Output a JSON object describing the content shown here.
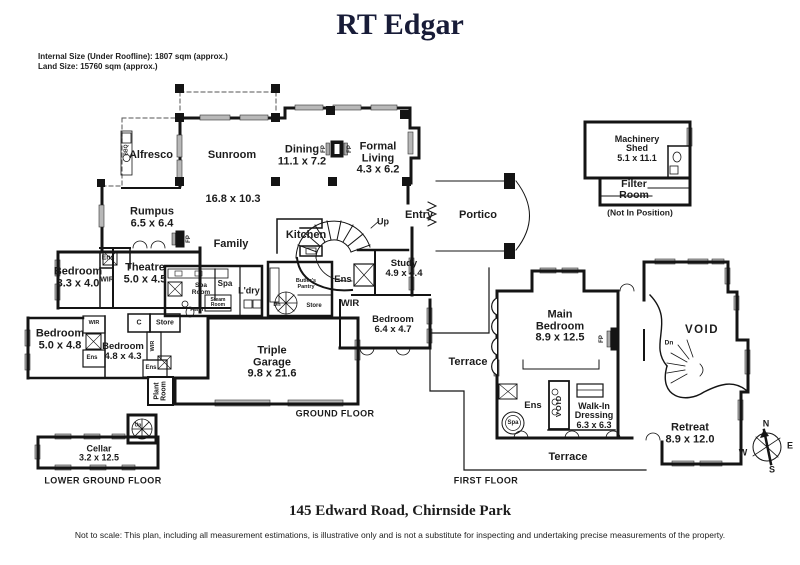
{
  "brand": {
    "title": "RT Edgar"
  },
  "info": {
    "line1": "Internal Size (Under Roofline): 1807 sqm (approx.)",
    "line2": "Land Size: 15760 sqm (approx.)"
  },
  "footer": {
    "address": "145 Edward Road, Chirnside Park",
    "disclaimer": "Not to scale: This plan, including all measurement estimations, is illustrative only and is not a substitute for inspecting and undertaking precise measurements of the property."
  },
  "floor_labels": {
    "ground": "GROUND FLOOR",
    "lower_ground": "LOWER GROUND FLOOR",
    "first": "FIRST FLOOR"
  },
  "shed": {
    "name": "Machinery Shed",
    "dims": "5.1 x 11.1",
    "filter_room": "Filter Room",
    "note": "(Not In Position)"
  },
  "compass": {
    "n": "N",
    "e": "E",
    "s": "S",
    "w": "W"
  },
  "rooms": {
    "alfresco": {
      "name": "Alfresco"
    },
    "sunroom": {
      "name": "Sunroom"
    },
    "open_plan": {
      "dims": "16.8 x 10.3"
    },
    "dining": {
      "name": "Dining",
      "dims": "11.1 x 7.2"
    },
    "formal_living": {
      "name": "Formal Living",
      "dims": "4.3 x 6.2"
    },
    "rumpus": {
      "name": "Rumpus",
      "dims": "6.5 x 6.4"
    },
    "family": {
      "name": "Family"
    },
    "kitchen": {
      "name": "Kitchen"
    },
    "entry": {
      "name": "Entry"
    },
    "portico": {
      "name": "Portico"
    },
    "study": {
      "name": "Study",
      "dims": "4.9 x 4.4"
    },
    "bedroom2": {
      "name": "Bedroom",
      "dims": "3.3 x 4.0"
    },
    "theatre": {
      "name": "Theatre",
      "dims": "5.0 x 4.5"
    },
    "bedroom3": {
      "name": "Bedroom",
      "dims": "5.0 x 4.8"
    },
    "bedroom4": {
      "name": "Bedroom",
      "dims": "4.8 x 4.3"
    },
    "bedroom5": {
      "name": "Bedroom",
      "dims": "6.4 x 4.7"
    },
    "garage": {
      "name": "Triple Garage",
      "dims": "9.8 x 21.6"
    },
    "cellar": {
      "name": "Cellar",
      "dims": "3.2 x 12.5"
    },
    "terrace_west": {
      "name": "Terrace"
    },
    "main_bedroom": {
      "name": "Main Bedroom",
      "dims": "8.9 x 12.5"
    },
    "walk_in": {
      "name": "Walk-In Dressing",
      "dims": "6.3 x 6.3"
    },
    "retreat": {
      "name": "Retreat",
      "dims": "8.9 x 12.0"
    },
    "terrace_south": {
      "name": "Terrace"
    },
    "void_main": {
      "name": "VOID"
    }
  },
  "small": {
    "ens": "Ens",
    "wir": "WIR",
    "spa_room": "Spa Room",
    "spa": "Spa",
    "steam_room": "Steam Room",
    "ldry": "L'dry",
    "pwdr": "Pwdr",
    "butlers": "Butler's Pantry",
    "store": "Store",
    "c": "C",
    "plant_room": "Plant Room",
    "up": "Up",
    "dn": "Dn",
    "fp": "FP",
    "void": "VOID",
    "bbq": "BBQ"
  }
}
